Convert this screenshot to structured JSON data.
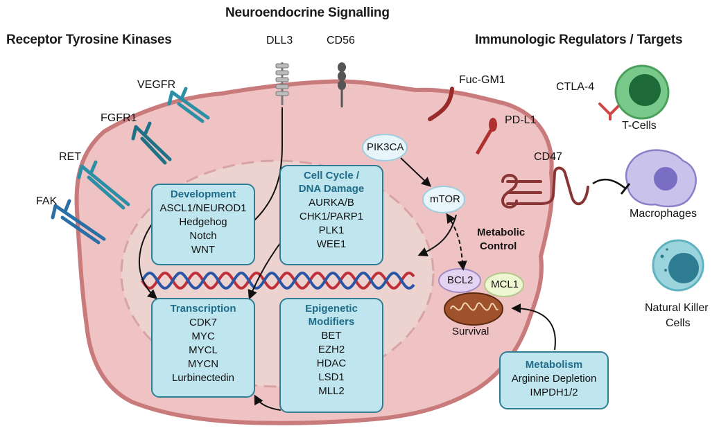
{
  "headers": {
    "rtk": "Receptor Tyrosine Kinases",
    "neuro": "Neuroendocrine Signalling",
    "immuno": "Immunologic Regulators / Targets"
  },
  "receptors": {
    "vegfr": "VEGFR",
    "fgfr1": "FGFR1",
    "ret": "RET",
    "fak": "FAK",
    "dll3": "DLL3",
    "cd56": "CD56",
    "fucgm1": "Fuc-GM1",
    "pdl1": "PD-L1",
    "cd47": "CD47",
    "ctla4": "CTLA-4"
  },
  "cells": {
    "tcells": "T-Cells",
    "macrophages": "Macrophages",
    "nk_line1": "Natural Killer",
    "nk_line2": "Cells"
  },
  "signaling": {
    "pik3ca": "PIK3CA",
    "mtor": "mTOR",
    "metabolic_control_line1": "Metabolic",
    "metabolic_control_line2": "Control",
    "bcl2": "BCL2",
    "mcl1": "MCL1",
    "survival": "Survival"
  },
  "boxes": {
    "development": {
      "title": "Development",
      "items": [
        "ASCL1/NEUROD1",
        "Hedgehog",
        "Notch",
        "WNT"
      ]
    },
    "cellcycle": {
      "title": "Cell Cycle /\nDNA Damage",
      "items": [
        "AURKA/B",
        "CHK1/PARP1",
        "PLK1",
        "WEE1"
      ]
    },
    "transcription": {
      "title": "Transcription",
      "items": [
        "CDK7",
        "MYC",
        "MYCL",
        "MYCN",
        "Lurbinectedin"
      ]
    },
    "epigenetic": {
      "title": "Epigenetic\nModifiers",
      "items": [
        "BET",
        "EZH2",
        "HDAC",
        "LSD1",
        "MLL2"
      ]
    },
    "metabolism": {
      "title": "Metabolism",
      "items": [
        "Arginine Depletion",
        "IMPDH1/2"
      ]
    }
  },
  "colors": {
    "cell_fill": "#efc3c3",
    "cell_stroke": "#c97a7a",
    "nucleus_fill": "#ecd3d0",
    "box_fill": "#bfe5ee",
    "box_stroke": "#2f7d95",
    "box_title": "#1f6d8a",
    "rtk": "#2c8fa6",
    "dna_red": "#c0303a",
    "dna_blue": "#2a56a6"
  }
}
